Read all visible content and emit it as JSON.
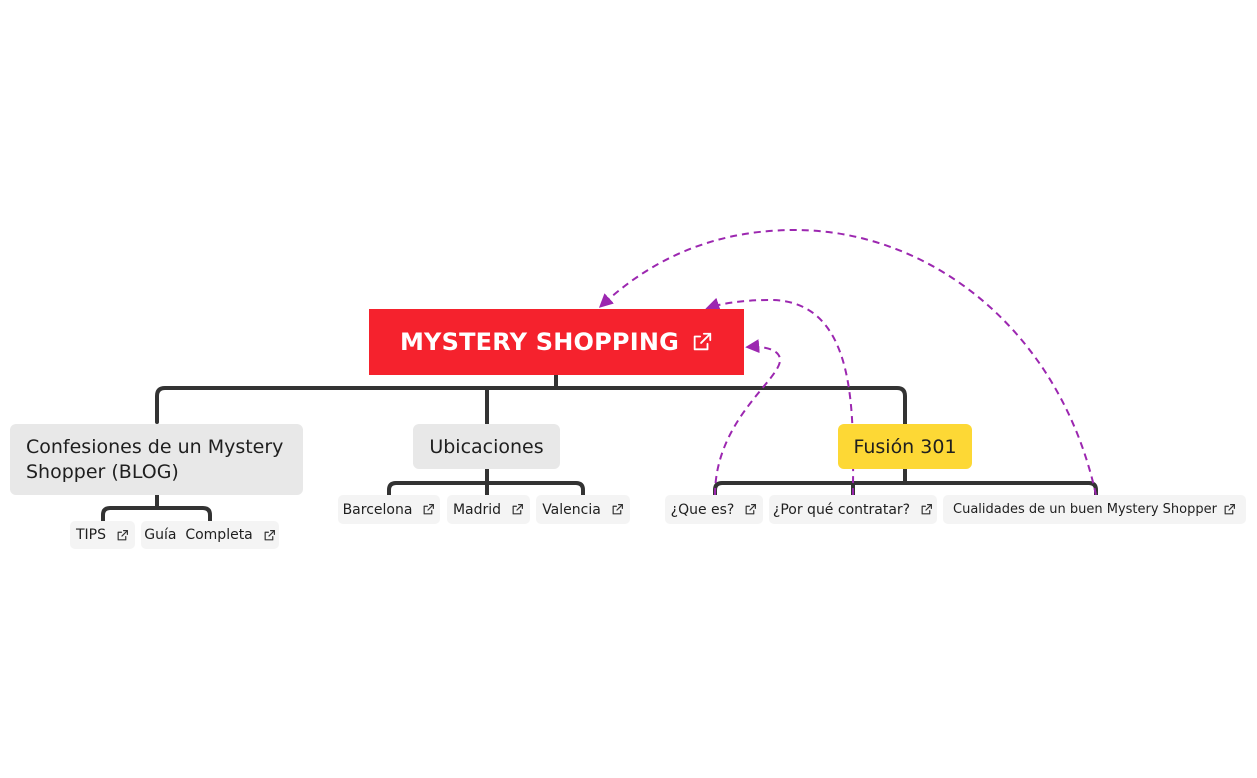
{
  "diagram": {
    "root": {
      "label": "MYSTERY SHOPPING",
      "color": "#f5222d",
      "icon": "external-link-icon"
    },
    "branches": [
      {
        "label": "Confesiones de un Mystery Shopper (BLOG)",
        "color": "#e8e8e8",
        "children": [
          {
            "label": "TIPS",
            "icon": "external-link-icon"
          },
          {
            "label": "Guía  Completa",
            "icon": "external-link-icon"
          }
        ]
      },
      {
        "label": "Ubicaciones",
        "color": "#e8e8e8",
        "children": [
          {
            "label": "Barcelona",
            "icon": "external-link-icon"
          },
          {
            "label": "Madrid",
            "icon": "external-link-icon"
          },
          {
            "label": "Valencia",
            "icon": "external-link-icon"
          }
        ]
      },
      {
        "label": "Fusión 301",
        "color": "#fdd835",
        "children": [
          {
            "label": "¿Que es?",
            "icon": "external-link-icon"
          },
          {
            "label": "¿Por qué contratar?",
            "icon": "external-link-icon"
          },
          {
            "label": "Cualidades de un buen Mystery Shopper",
            "icon": "external-link-icon"
          }
        ]
      }
    ],
    "relationships": [
      {
        "from": "¿Que es?",
        "to": "MYSTERY SHOPPING"
      },
      {
        "from": "¿Por qué contratar?",
        "to": "MYSTERY SHOPPING"
      },
      {
        "from": "Cualidades de un buen Mystery Shopper",
        "to": "MYSTERY SHOPPING"
      }
    ],
    "colors": {
      "connector": "#333333",
      "relationship": "#9c27b0"
    }
  }
}
